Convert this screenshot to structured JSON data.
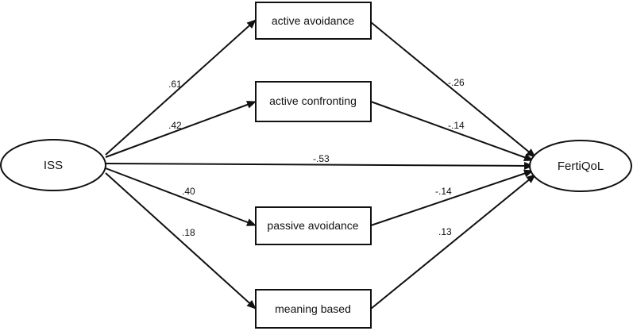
{
  "nodes": {
    "iss": "ISS",
    "fertiqol": "FertiQoL",
    "active_avoidance": "active avoidance",
    "active_confronting": "active confronting",
    "passive_avoidance": "passive avoidance",
    "meaning_based": "meaning based"
  },
  "coefficients": {
    "iss_active_avoidance": ".61",
    "iss_active_confronting": ".42",
    "iss_fertiqol": "-.53",
    "iss_passive_avoidance": ".40",
    "iss_meaning_based": ".18",
    "active_avoidance_fertiqol": "-.26",
    "active_confronting_fertiqol": "-.14",
    "passive_avoidance_fertiqol": "-.14",
    "meaning_based_fertiqol": ".13"
  }
}
